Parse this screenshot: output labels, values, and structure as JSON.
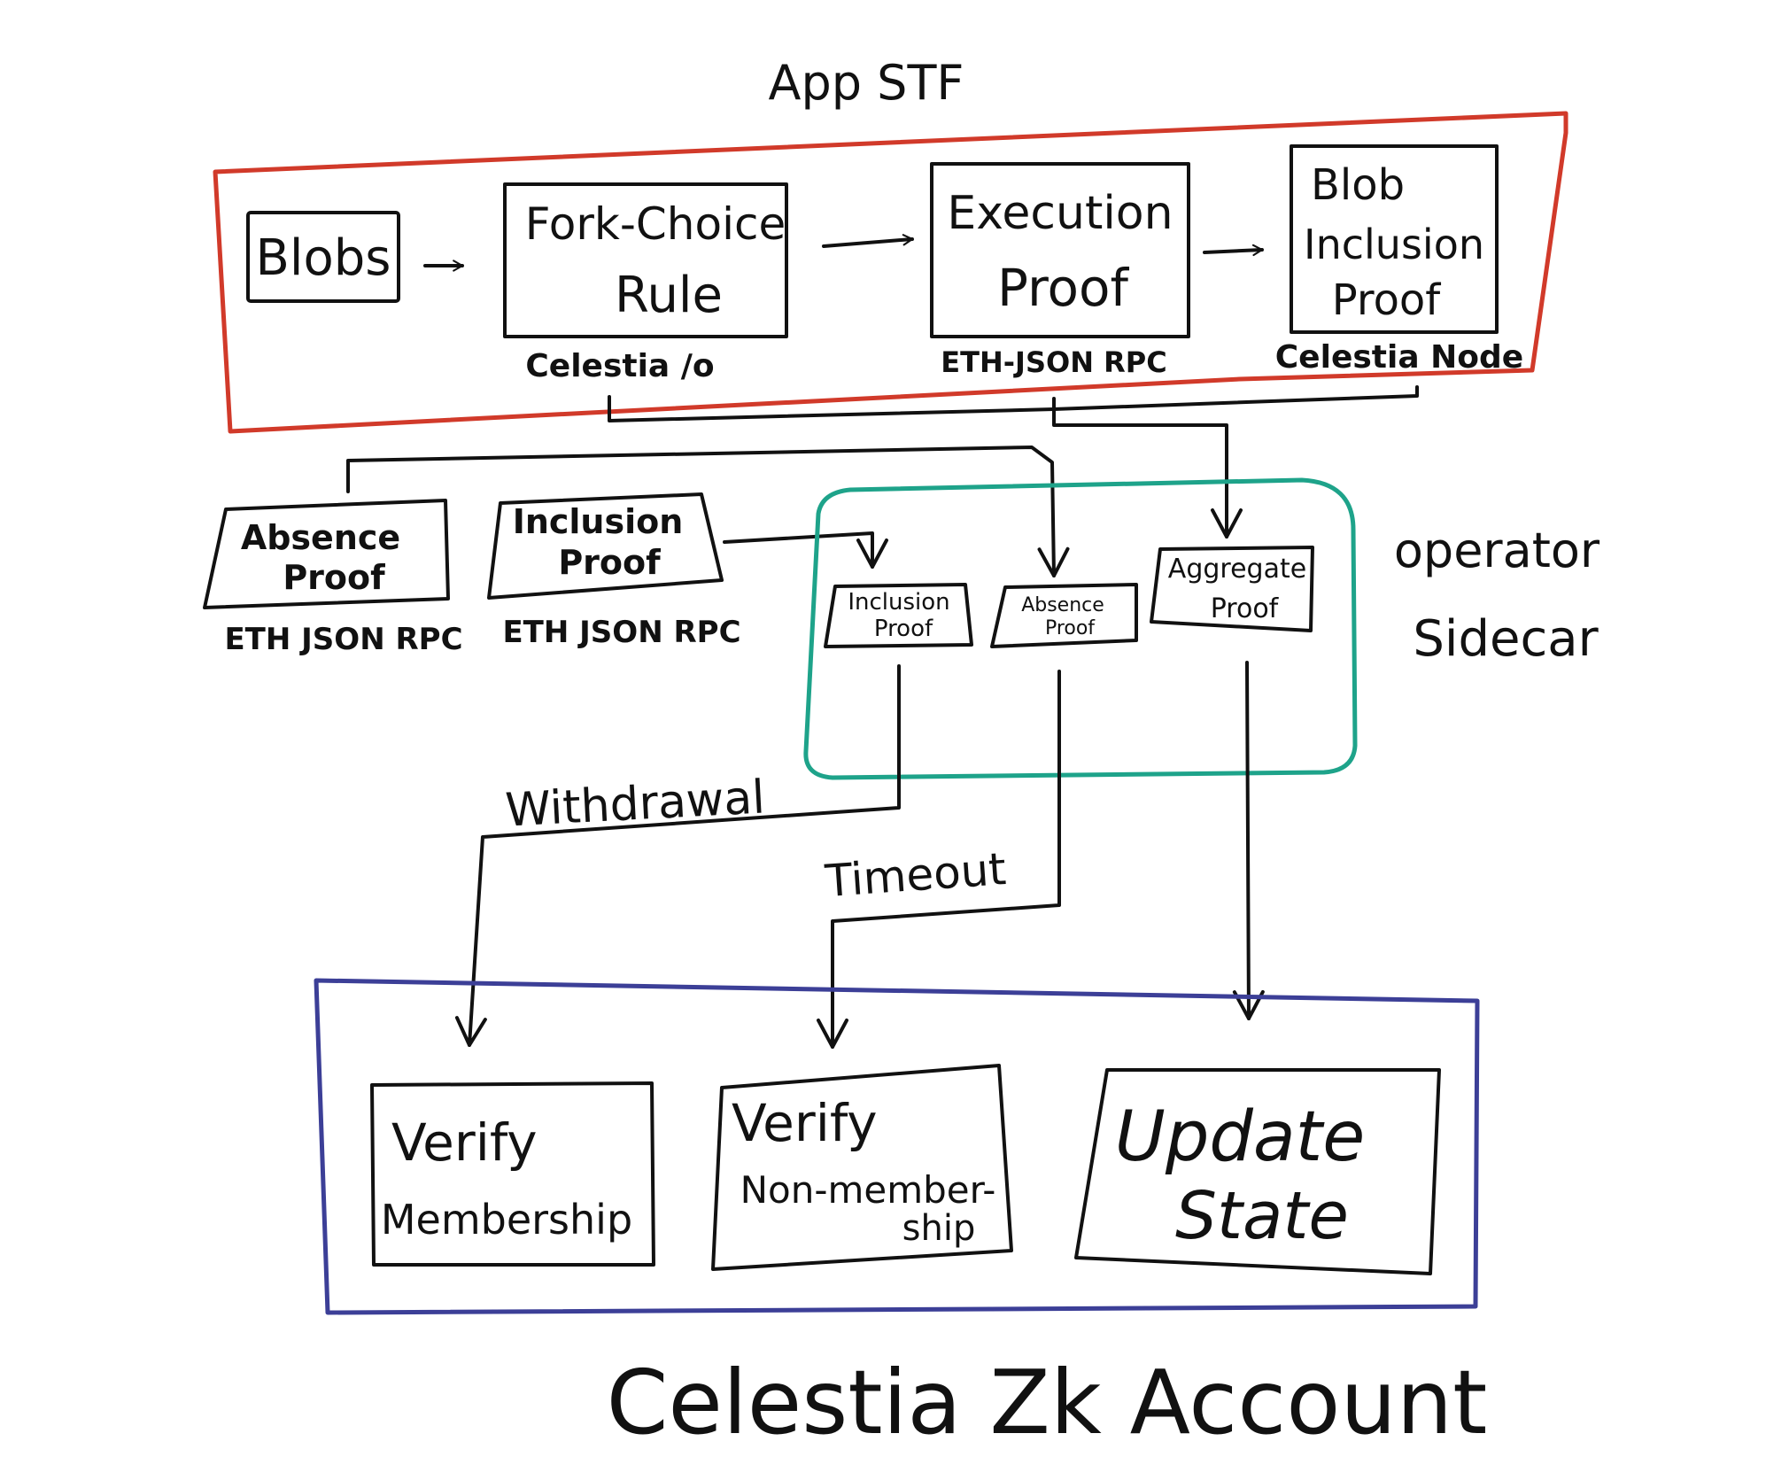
{
  "colors": {
    "ink": "#111111",
    "app_stf_frame": "#d13a2a",
    "operator_sidecar_frame": "#1ea38a",
    "zk_account_frame": "#3c3f97",
    "background": "#ffffff"
  },
  "app_stf": {
    "title": "App STF",
    "blobs": "Blobs",
    "fork_choice": {
      "line1": "Fork-Choice",
      "line2": "Rule",
      "source": "Celestia /o"
    },
    "execution_proof": {
      "line1": "Execution",
      "line2": "Proof",
      "source": "ETH-JSON RPC"
    },
    "blob_inclusion_proof": {
      "line1": "Blob",
      "line2": "Inclusion",
      "line3": "Proof",
      "source": "Celestia Node"
    }
  },
  "external_proofs": {
    "absence_proof": {
      "line1": "Absence",
      "line2": "Proof",
      "source": "ETH JSON RPC"
    },
    "inclusion_proof": {
      "line1": "Inclusion",
      "line2": "Proof",
      "source": "ETH JSON RPC"
    }
  },
  "operator_sidecar": {
    "label_line1": "operator",
    "label_line2": "Sidecar",
    "inclusion_proof": {
      "line1": "Inclusion",
      "line2": "Proof"
    },
    "absence_proof": {
      "line1": "Absence",
      "line2": "Proof"
    },
    "aggregate_proof": {
      "line1": "Aggregate",
      "line2": "Proof"
    }
  },
  "edges": {
    "withdrawal": "Withdrawal",
    "timeout": "Timeout"
  },
  "zk_account": {
    "title": "Celestia Zk Account",
    "verify_membership": {
      "line1": "Verify",
      "line2": "Membership"
    },
    "verify_non_membership": {
      "line1": "Verify",
      "line2": "Non-member-",
      "line3": "ship"
    },
    "update_state": {
      "line1": "Update",
      "line2": "State"
    }
  }
}
